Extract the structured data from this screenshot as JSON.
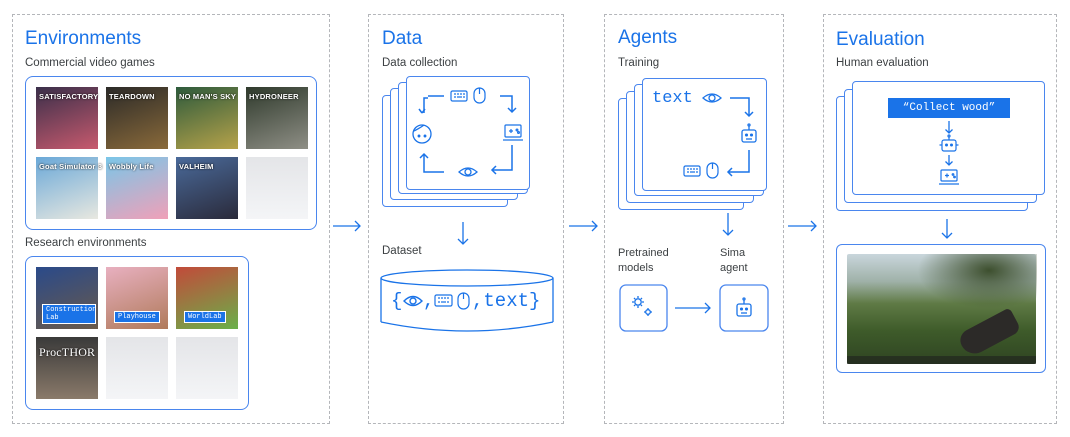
{
  "environments": {
    "title": "Environments",
    "commercial_label": "Commercial video games",
    "games": [
      {
        "name": "SATISFACTORY",
        "c1": "#3a2f4a",
        "c2": "#c85a6e"
      },
      {
        "name": "TEARDOWN",
        "c1": "#2b2a28",
        "c2": "#8a6a3a"
      },
      {
        "name": "NO MAN'S SKY",
        "c1": "#2d5a3c",
        "c2": "#b7a34a"
      },
      {
        "name": "HYDRONEER",
        "c1": "#2f3a2c",
        "c2": "#8f8f86"
      },
      {
        "name": "Goat Simulator 3",
        "c1": "#6aa8d8",
        "c2": "#e8e8e0"
      },
      {
        "name": "Wobbly Life",
        "c1": "#7ac6e8",
        "c2": "#f0a0b8"
      },
      {
        "name": "VALHEIM",
        "c1": "#4a6a9a",
        "c2": "#2a2a3a"
      }
    ],
    "research_label": "Research environments",
    "research": [
      {
        "name": "Construction Lab",
        "c1": "#2a4a8a",
        "c2": "#6a5a4a"
      },
      {
        "name": "Playhouse",
        "c1": "#e8b0c0",
        "c2": "#b07a5a"
      },
      {
        "name": "WorldLab",
        "c1": "#c24a3a",
        "c2": "#6ab04a"
      },
      {
        "name": "ProcTHOR",
        "c1": "#3a3a3a",
        "c2": "#8a7a6a"
      }
    ]
  },
  "data": {
    "title": "Data",
    "collection_label": "Data collection",
    "dataset_label": "Dataset",
    "dataset_tokens": [
      "{",
      ",",
      ",text}"
    ]
  },
  "agents": {
    "title": "Agents",
    "training_label": "Training",
    "text_token": "text",
    "pretrained_label_1": "Pretrained",
    "pretrained_label_2": "models",
    "sima_label_1": "Sima",
    "sima_label_2": "agent"
  },
  "evaluation": {
    "title": "Evaluation",
    "human_label": "Human evaluation",
    "instruction": "“Collect wood”"
  },
  "colors": {
    "accent": "#1a73e8",
    "border": "#4a86ee",
    "dashed": "#b4b6ba"
  }
}
